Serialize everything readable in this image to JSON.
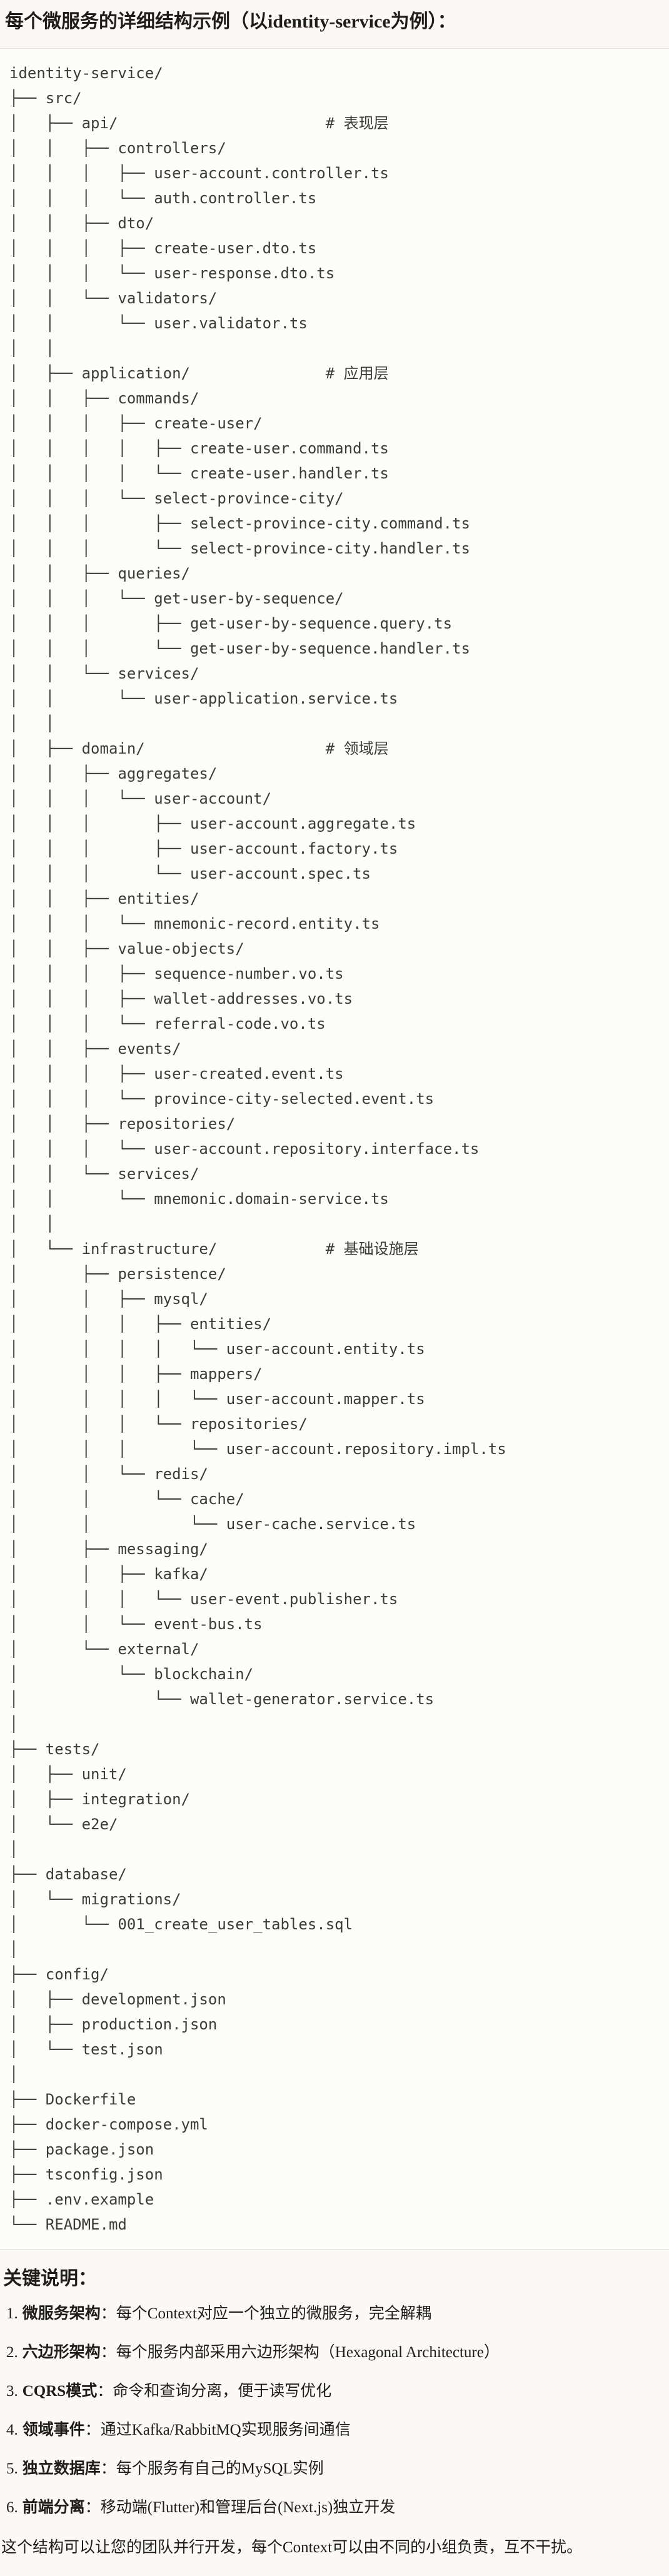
{
  "doc": {
    "title": "每个微服务的详细结构示例（以identity-service为例）：",
    "tree_lines": [
      "identity-service/",
      "├── src/",
      "│   ├── api/                       # 表现层",
      "│   │   ├── controllers/",
      "│   │   │   ├── user-account.controller.ts",
      "│   │   │   └── auth.controller.ts",
      "│   │   ├── dto/",
      "│   │   │   ├── create-user.dto.ts",
      "│   │   │   └── user-response.dto.ts",
      "│   │   └── validators/",
      "│   │       └── user.validator.ts",
      "│   │",
      "│   ├── application/               # 应用层",
      "│   │   ├── commands/",
      "│   │   │   ├── create-user/",
      "│   │   │   │   ├── create-user.command.ts",
      "│   │   │   │   └── create-user.handler.ts",
      "│   │   │   └── select-province-city/",
      "│   │   │       ├── select-province-city.command.ts",
      "│   │   │       └── select-province-city.handler.ts",
      "│   │   ├── queries/",
      "│   │   │   └── get-user-by-sequence/",
      "│   │   │       ├── get-user-by-sequence.query.ts",
      "│   │   │       └── get-user-by-sequence.handler.ts",
      "│   │   └── services/",
      "│   │       └── user-application.service.ts",
      "│   │",
      "│   ├── domain/                    # 领域层",
      "│   │   ├── aggregates/",
      "│   │   │   └── user-account/",
      "│   │   │       ├── user-account.aggregate.ts",
      "│   │   │       ├── user-account.factory.ts",
      "│   │   │       └── user-account.spec.ts",
      "│   │   ├── entities/",
      "│   │   │   └── mnemonic-record.entity.ts",
      "│   │   ├── value-objects/",
      "│   │   │   ├── sequence-number.vo.ts",
      "│   │   │   ├── wallet-addresses.vo.ts",
      "│   │   │   └── referral-code.vo.ts",
      "│   │   ├── events/",
      "│   │   │   ├── user-created.event.ts",
      "│   │   │   └── province-city-selected.event.ts",
      "│   │   ├── repositories/",
      "│   │   │   └── user-account.repository.interface.ts",
      "│   │   └── services/",
      "│   │       └── mnemonic.domain-service.ts",
      "│   │",
      "│   └── infrastructure/            # 基础设施层",
      "│       ├── persistence/",
      "│       │   ├── mysql/",
      "│       │   │   ├── entities/",
      "│       │   │   │   └── user-account.entity.ts",
      "│       │   │   ├── mappers/",
      "│       │   │   │   └── user-account.mapper.ts",
      "│       │   │   └── repositories/",
      "│       │   │       └── user-account.repository.impl.ts",
      "│       │   └── redis/",
      "│       │       └── cache/",
      "│       │           └── user-cache.service.ts",
      "│       ├── messaging/",
      "│       │   ├── kafka/",
      "│       │   │   └── user-event.publisher.ts",
      "│       │   └── event-bus.ts",
      "│       └── external/",
      "│           └── blockchain/",
      "│               └── wallet-generator.service.ts",
      "│",
      "├── tests/",
      "│   ├── unit/",
      "│   ├── integration/",
      "│   └── e2e/",
      "│",
      "├── database/",
      "│   └── migrations/",
      "│       └── 001_create_user_tables.sql",
      "│",
      "├── config/",
      "│   ├── development.json",
      "│   ├── production.json",
      "│   └── test.json",
      "│",
      "├── Dockerfile",
      "├── docker-compose.yml",
      "├── package.json",
      "├── tsconfig.json",
      "├── .env.example",
      "└── README.md"
    ],
    "notes": {
      "heading": "关键说明：",
      "items": [
        {
          "num": "1.",
          "term": "微服务架构",
          "desc": "：每个Context对应一个独立的微服务，完全解耦"
        },
        {
          "num": "2.",
          "term": "六边形架构",
          "desc": "：每个服务内部采用六边形架构（Hexagonal Architecture）"
        },
        {
          "num": "3.",
          "term": "CQRS模式",
          "desc": "：命令和查询分离，便于读写优化"
        },
        {
          "num": "4.",
          "term": "领域事件",
          "desc": "：通过Kafka/RabbitMQ实现服务间通信"
        },
        {
          "num": "5.",
          "term": "独立数据库",
          "desc": "：每个服务有自己的MySQL实例"
        },
        {
          "num": "6.",
          "term": "前端分离",
          "desc": "：移动端(Flutter)和管理后台(Next.js)独立开发"
        }
      ],
      "footer": "这个结构可以让您的团队并行开发，每个Context可以由不同的小组负责，互不干扰。"
    }
  }
}
